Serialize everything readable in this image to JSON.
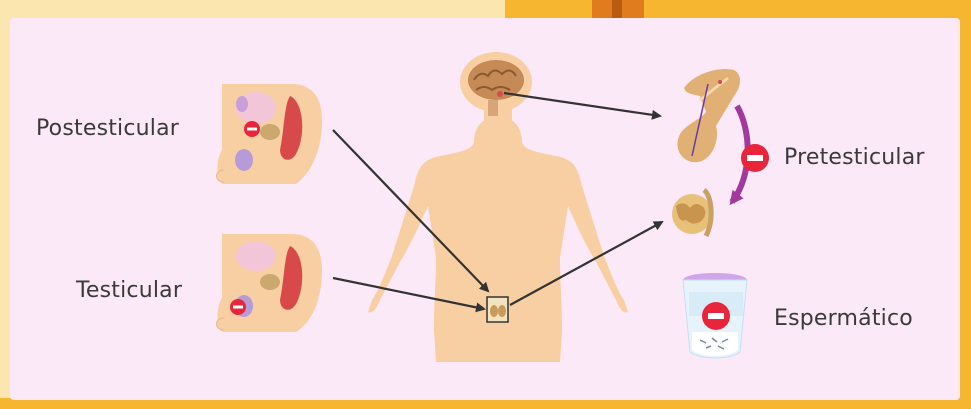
{
  "labels": {
    "postesticular": "Postesticular",
    "testicular": "Testicular",
    "pretesticular": "Pretesticular",
    "espermatico": "Espermático"
  },
  "colors": {
    "background": "#fce9f7",
    "body": "#f8cfa3",
    "arrow": "#333333",
    "cycle_arrow": "#a23a9e",
    "block_sign": "#e8253a"
  }
}
